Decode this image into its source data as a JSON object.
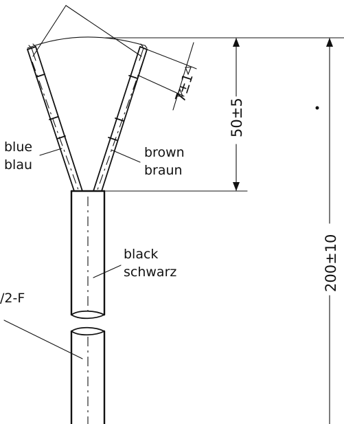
{
  "labels": {
    "blue_en": "blue",
    "blue_de": "blau",
    "brown_en": "brown",
    "brown_de": "braun",
    "black_en": "black",
    "black_de": "schwarz",
    "cable_type": "/2-F"
  },
  "dimensions": {
    "strip_length": "7±1",
    "fork_length": "50±5",
    "total_length": "200±10"
  },
  "colors": {
    "ink": "#111111",
    "paper": "#ffffff"
  }
}
